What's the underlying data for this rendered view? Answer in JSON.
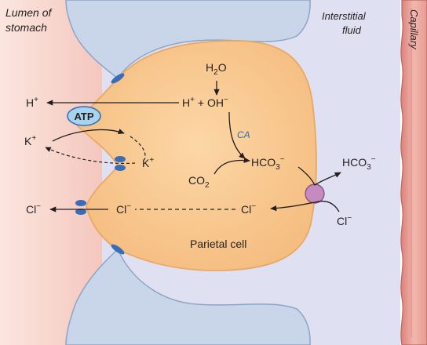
{
  "regions": {
    "lumen_line1": "Lumen of",
    "lumen_line2": "stomach",
    "interstitial_line1": "Interstitial",
    "interstitial_line2": "fluid",
    "capillary": "Capillary",
    "cell": "Parietal cell"
  },
  "ions": {
    "h_plus_lumen": "H",
    "h_plus_cell": "H",
    "plus_sign": "+",
    "oh_minus": "OH",
    "water_h": "H",
    "water_o": "O",
    "water_sub": "2",
    "k_lumen": "K",
    "k_cell": "K",
    "cl_lumen": "Cl",
    "cl_cell": "Cl",
    "cl_interstitial_in": "Cl",
    "cl_interstitial_out": "Cl",
    "co2_c": "CO",
    "co2_sub": "2",
    "hco3_cell": "HCO",
    "hco3_out": "HCO",
    "hco3_sub": "3",
    "plus_charge": "+",
    "minus_charge": "−"
  },
  "labels": {
    "atp": "ATP",
    "enzyme": "CA"
  },
  "colors": {
    "cell_fill": "#f8c98f",
    "cell_edge": "#e8a866",
    "interstitial": "#dfe0f1",
    "lumen": "#f8dcd4",
    "neighbor_cell": "#c9d6ea",
    "neighbor_edge": "#8da4c8",
    "capillary": "#e9a8a0",
    "atp_fill": "#a7d3ef",
    "atp_edge": "#2e6db4",
    "channel": "#3a6db5",
    "antiporter": "#c58abf",
    "enzyme_text": "#2e6db4"
  }
}
